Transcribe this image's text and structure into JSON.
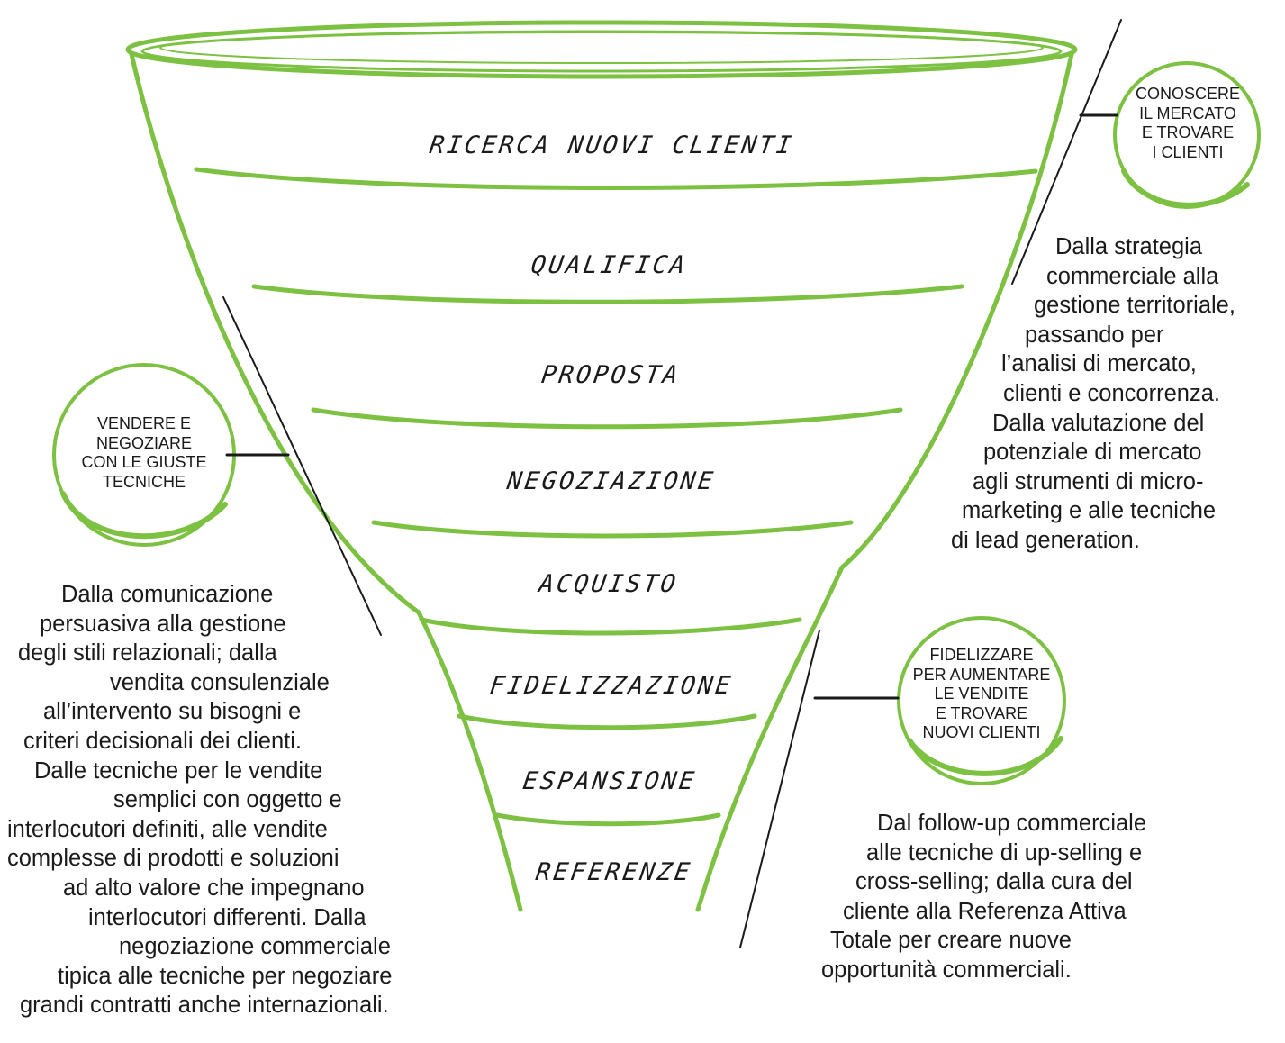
{
  "funnel": {
    "stages": [
      {
        "label": "RICERCA NUOVI CLIENTI"
      },
      {
        "label": "QUALIFICA"
      },
      {
        "label": "PROPOSTA"
      },
      {
        "label": "NEGOZIAZIONE"
      },
      {
        "label": "ACQUISTO"
      },
      {
        "label": "FIDELIZZAZIONE"
      },
      {
        "label": "ESPANSIONE"
      },
      {
        "label": "REFERENZE"
      }
    ],
    "stroke_color": "#7dc142"
  },
  "callouts": [
    {
      "circle_label": "CONOSCERE\nIL MERCATO\nE TROVARE\nI CLIENTI",
      "description_lines": [
        "Dalla strategia",
        "commerciale alla",
        "gestione territoriale,",
        "passando per",
        "l’analisi di mercato,",
        "clienti e concorrenza.",
        "Dalla valutazione del",
        "potenziale di mercato",
        "agli strumenti di micro-",
        "marketing e alle tecniche",
        "di lead generation."
      ]
    },
    {
      "circle_label": "VENDERE E\nNEGOZIARE\nCON LE GIUSTE\nTECNICHE",
      "description_lines": [
        "Dalla comunicazione",
        "persuasiva alla gestione",
        "degli stili relazionali; dalla",
        "vendita consulenziale",
        "all’intervento su bisogni e",
        "criteri decisionali dei clienti.",
        "Dalle tecniche per le vendite",
        "semplici con oggetto e",
        "interlocutori definiti, alle vendite",
        "complesse di prodotti e soluzioni",
        "ad alto valore che impegnano",
        "interlocutori differenti. Dalla",
        "negoziazione commerciale",
        "tipica alle tecniche per negoziare",
        "grandi contratti anche internazionali."
      ]
    },
    {
      "circle_label": "FIDELIZZARE\nPER AUMENTARE\nLE VENDITE\nE TROVARE\nNUOVI CLIENTI",
      "description_lines": [
        "Dal follow-up commerciale",
        "alle tecniche di up-selling e",
        "cross-selling; dalla cura del",
        "cliente alla Referenza Attiva",
        "Totale per creare nuove",
        "opportunità commerciali."
      ]
    }
  ],
  "colors": {
    "accent_green": "#7dc142",
    "ink": "#1a1a1a"
  }
}
